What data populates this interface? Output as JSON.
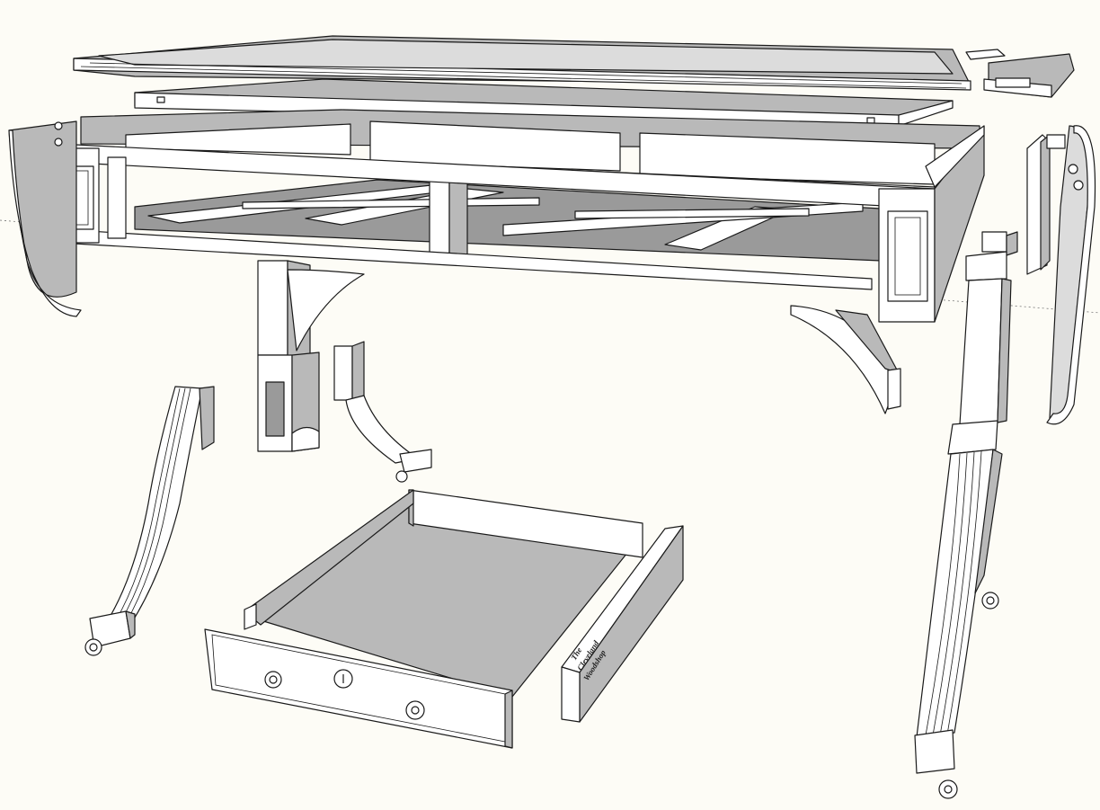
{
  "scene": {
    "title": "",
    "description_visible_text": [
      "The",
      "Cleveland",
      "Woodshop"
    ],
    "background": "#fdfcf6",
    "line_color": "#1a1a1a",
    "face_light": "#ffffff",
    "face_shade": "#b9b9b9"
  },
  "drawer": {
    "engraving": {
      "line1": "The",
      "line2": "Cleveland",
      "line3": "Woodshop"
    }
  }
}
